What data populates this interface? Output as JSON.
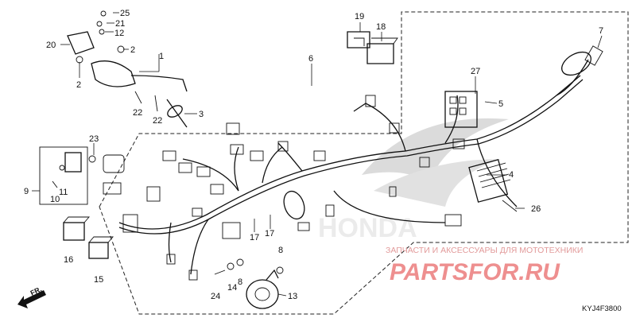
{
  "diagram": {
    "callouts": {
      "c25": "25",
      "c21": "21",
      "c12": "12",
      "c20": "20",
      "c2a": "2",
      "c2b": "2",
      "c1": "1",
      "c22a": "22",
      "c22b": "22",
      "c3": "3",
      "c19": "19",
      "c18": "18",
      "c6": "6",
      "c7": "7",
      "c27": "27",
      "c5": "5",
      "c23": "23",
      "c9": "9",
      "c11": "11",
      "c10": "10",
      "c4": "4",
      "c26": "26",
      "c17a": "17",
      "c17b": "17",
      "c8": "8",
      "c16": "16",
      "c15": "15",
      "c24": "24",
      "c14": "14",
      "c8b": "8",
      "c13": "13"
    },
    "direction_label": "FR.",
    "diagram_code": "KYJ4F3800",
    "watermark": {
      "tagline": "ЗАПЧАСТИ И АКСЕССУАРЫ ДЛЯ МОТОТЕХНИКИ",
      "logo": "PARTSFOR.RU",
      "brand_wordmark": "HONDA"
    },
    "colors": {
      "line": "#111111",
      "watermark": "#ee8f8f"
    }
  }
}
